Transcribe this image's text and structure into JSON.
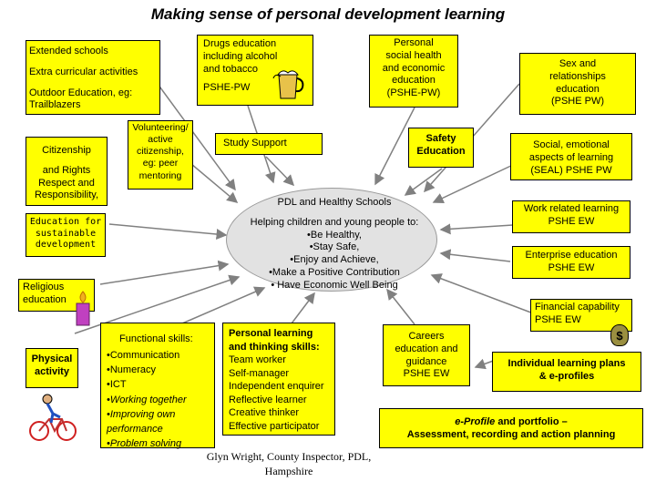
{
  "title": "Making sense of personal development learning",
  "extended": {
    "heading": "Extended schools",
    "line1": "Extra curricular activities",
    "line2": "Outdoor Education, eg: Trailblazers"
  },
  "drugs": {
    "line1": "Drugs education",
    "line2": "including alcohol",
    "line3": "and tobacco",
    "line4": "PSHE-PW"
  },
  "pshe": {
    "line1": "Personal",
    "line2": "social health",
    "line3": "and economic",
    "line4": "education",
    "line5": "(PSHE-PW)"
  },
  "sex": {
    "line1": "Sex and",
    "line2": "relationships",
    "line3": "education",
    "line4": "(PSHE PW)"
  },
  "citizenship": {
    "heading": "Citizenship",
    "line1": "and Rights",
    "line2": "Respect and",
    "line3": "Responsibility,"
  },
  "volunteering": {
    "line1": "Volunteering/",
    "line2": "active",
    "line3": "citizenship,",
    "line4": "eg: peer",
    "line5": "mentoring"
  },
  "study_support": "Study Support",
  "safety": {
    "line1": "Safety",
    "line2": "Education"
  },
  "seal": {
    "line1": "Social, emotional",
    "line2": "aspects of learning",
    "line3": "(SEAL)  PSHE PW"
  },
  "center": {
    "heading": "PDL and Healthy Schools",
    "intro": "Helping children and young people to:",
    "items": [
      "•Be Healthy,",
      "•Stay Safe,",
      "•Enjoy and Achieve,",
      "•Make a Positive Contribution",
      "• Have Economic Well Being"
    ]
  },
  "sustainable": {
    "line1": "Education for",
    "line2": "sustainable",
    "line3": "development"
  },
  "work": {
    "line1": "Work related learning",
    "line2": "PSHE EW"
  },
  "enterprise": {
    "line1": "Enterprise education",
    "line2": "PSHE EW"
  },
  "religious": {
    "line1": "Religious",
    "line2": "education"
  },
  "financial": {
    "line1": "Financial capability",
    "line2": "PSHE EW",
    "dollar": "$"
  },
  "physical": {
    "line1": "Physical",
    "line2": "activity"
  },
  "functional": {
    "heading": "Functional  skills:",
    "items": [
      "•Communication",
      "•Numeracy",
      "•ICT",
      "•Working together",
      "•Improving own",
      "performance",
      "•Problem solving"
    ]
  },
  "plts": {
    "heading1": "Personal learning",
    "heading2": "and thinking skills:",
    "items": [
      "Team worker",
      "Self-manager",
      "Independent enquirer",
      "Reflective learner",
      "Creative thinker",
      "Effective participator"
    ]
  },
  "careers": {
    "line1": "Careers",
    "line2": "education and",
    "line3": "guidance",
    "line4": "PSHE EW"
  },
  "plans": {
    "line1": "Individual learning plans",
    "line2": "& e-profiles"
  },
  "eprofile": {
    "line1a": "e-Profile",
    "line1b": " and portfolio –",
    "line2": "Assessment, recording and action planning"
  },
  "footer": {
    "line1": "Glyn Wright, County Inspector, PDL,",
    "line2": "Hampshire"
  },
  "colors": {
    "box": "#ffff00",
    "hub": "#e2e2e2",
    "arrow": "#808080"
  }
}
